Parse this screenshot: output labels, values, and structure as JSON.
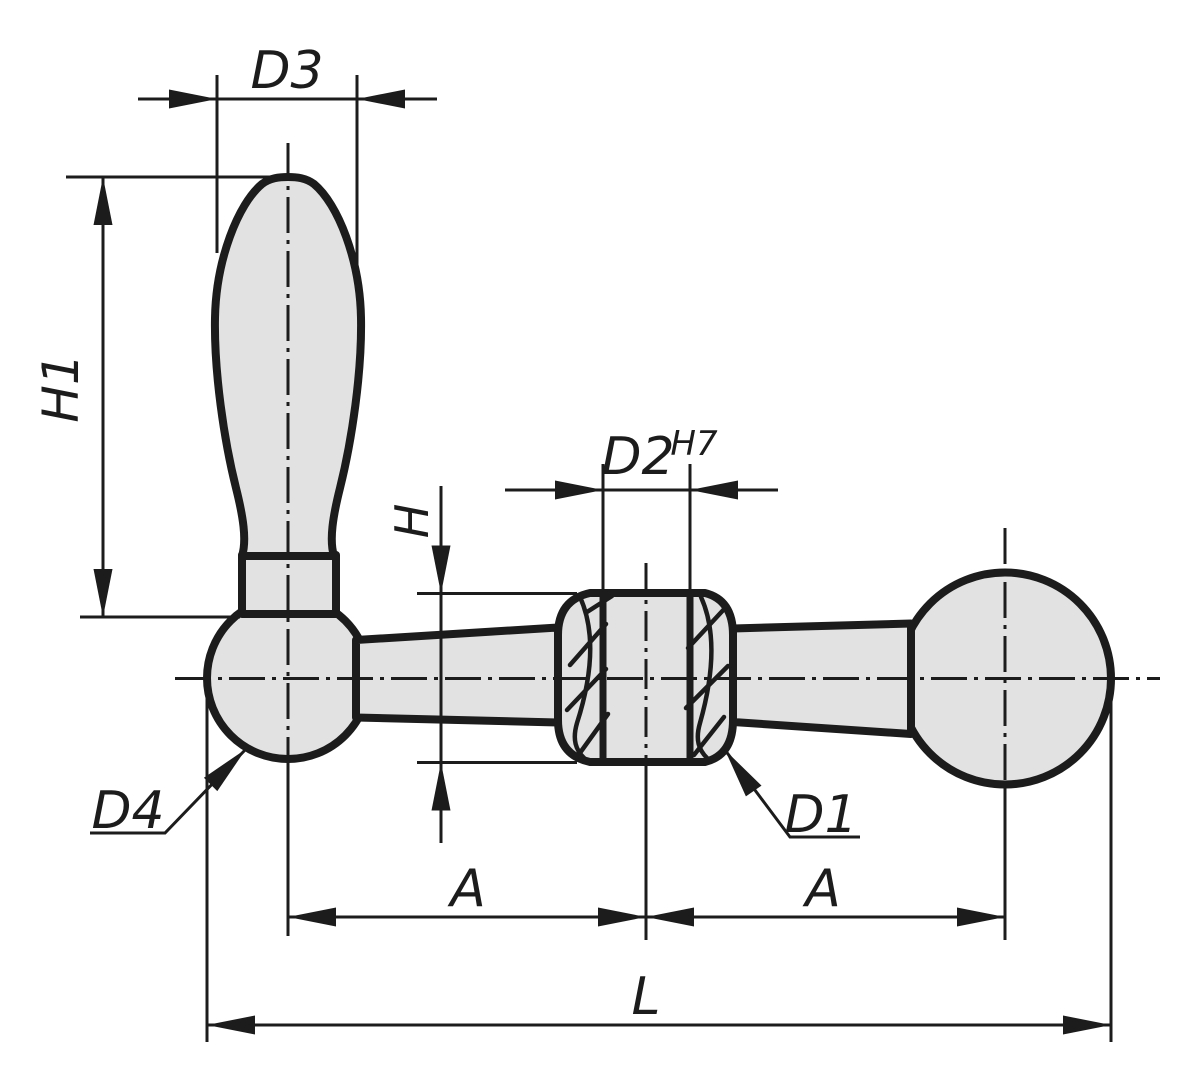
{
  "diagram": {
    "title": "crank-handle-technical-drawing",
    "labels": {
      "d3": "D3",
      "h1": "H1",
      "h": "H",
      "d2": "D2",
      "d2_tolerance": "H7",
      "d4": "D4",
      "d1": "D1",
      "a_left": "A",
      "a_right": "A",
      "l": "L"
    },
    "colors": {
      "line": "#1c1c1c",
      "part_fill": "#e2e2e2",
      "background": "#ffffff"
    }
  }
}
